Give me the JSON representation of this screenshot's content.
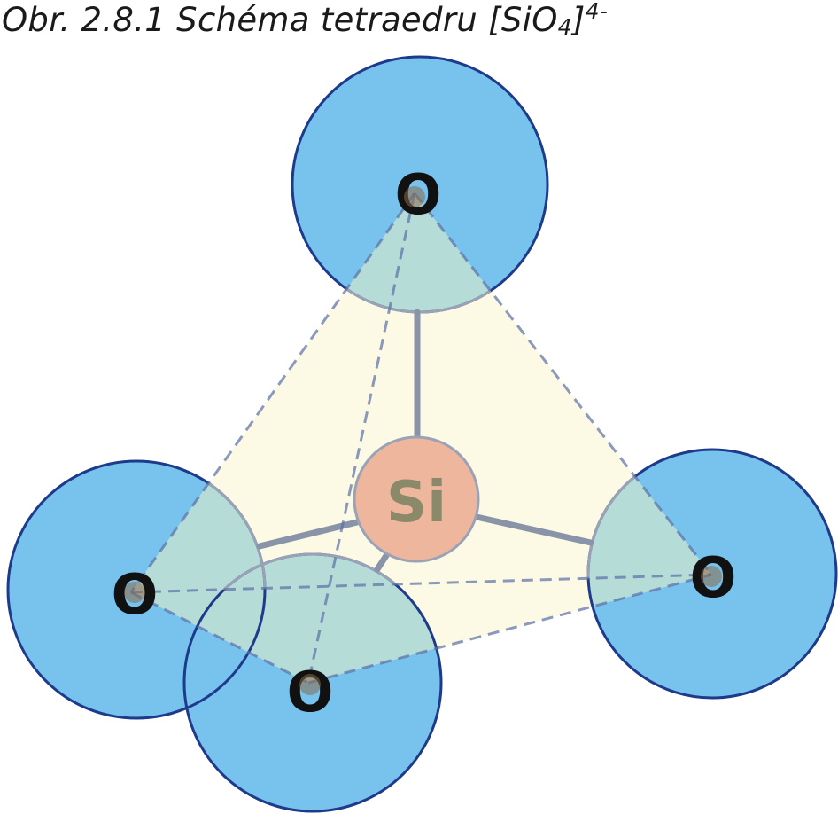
{
  "caption": {
    "prefix": "Obr. 2.8.1  Schéma tetraedru [SiO",
    "subscript": "4",
    "mid": "]",
    "superscript": "4-"
  },
  "atoms": {
    "center": {
      "label": "Si"
    },
    "oxygen_top": {
      "label": "O"
    },
    "oxygen_left": {
      "label": "O"
    },
    "oxygen_right": {
      "label": "O"
    },
    "oxygen_front": {
      "label": "O"
    }
  },
  "colors": {
    "oxygen_fill": "#77c3ee",
    "oxygen_outline": "#1e3a8a",
    "overlap_fill": "#b6dcd8",
    "silicon_fill": "#efb69e",
    "silicon_label": "#8a8a6a",
    "tetra_face": "#fcf9e4",
    "bond": "#8a94a8",
    "edge_dashed": "#5b6fa6",
    "oxygen_label": "#111111"
  }
}
